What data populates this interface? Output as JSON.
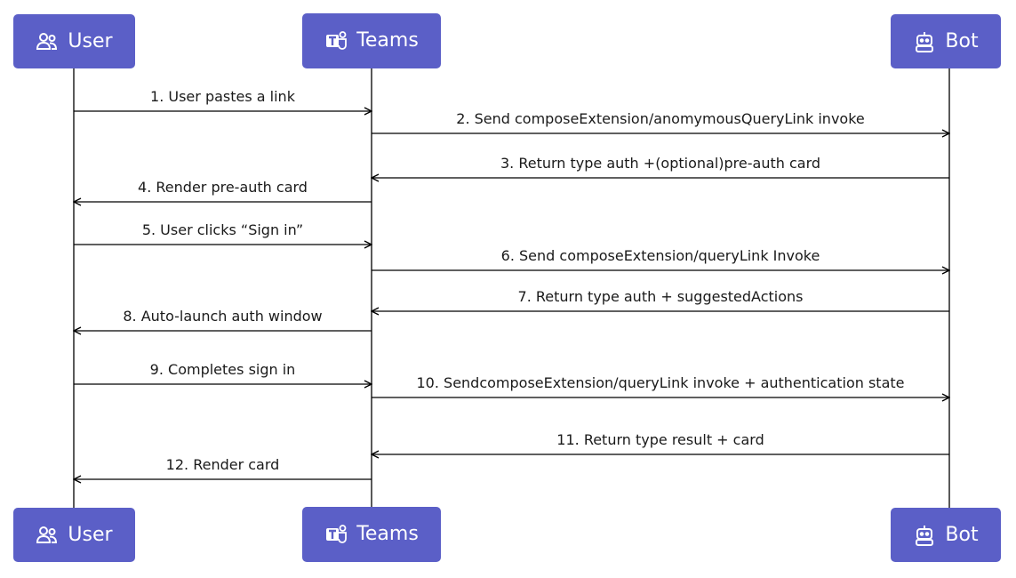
{
  "participants": {
    "user": {
      "label": "User",
      "icon": "people-icon"
    },
    "teams": {
      "label": "Teams",
      "icon": "teams-logo-icon"
    },
    "bot": {
      "label": "Bot",
      "icon": "bot-icon"
    }
  },
  "colors": {
    "box": "#5b5fc7",
    "line": "#000000",
    "text": "#1a1a1a"
  },
  "messages": [
    {
      "from": "user",
      "to": "teams",
      "text": "1. User pastes a link"
    },
    {
      "from": "teams",
      "to": "bot",
      "text": "2. Send composeExtension/anomymousQueryLink invoke"
    },
    {
      "from": "bot",
      "to": "teams",
      "text": "3. Return type auth +(optional)pre-auth card"
    },
    {
      "from": "teams",
      "to": "user",
      "text": "4. Render pre-auth card"
    },
    {
      "from": "user",
      "to": "teams",
      "text": "5. User clicks “Sign in”"
    },
    {
      "from": "teams",
      "to": "bot",
      "text": "6. Send composeExtension/queryLink Invoke"
    },
    {
      "from": "bot",
      "to": "teams",
      "text": "7. Return type auth + suggestedActions"
    },
    {
      "from": "teams",
      "to": "user",
      "text": "8. Auto-launch auth window"
    },
    {
      "from": "user",
      "to": "teams",
      "text": "9. Completes sign in"
    },
    {
      "from": "teams",
      "to": "bot",
      "text": "10. SendcomposeExtension/queryLink invoke + authentication state"
    },
    {
      "from": "bot",
      "to": "teams",
      "text": "11. Return type result + card"
    },
    {
      "from": "teams",
      "to": "user",
      "text": "12. Render card"
    }
  ]
}
